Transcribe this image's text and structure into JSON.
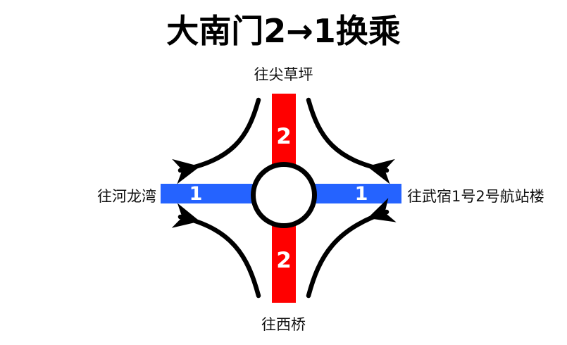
{
  "title": "大南门2→1换乘",
  "lines": {
    "line2": {
      "number": "2",
      "color": "#ff0000",
      "orientation": "vertical",
      "label_top": "2",
      "label_bottom": "2"
    },
    "line1": {
      "number": "1",
      "color": "#2563ff",
      "orientation": "horizontal",
      "label_left": "1",
      "label_right": "1"
    }
  },
  "directions": {
    "top": "往尖草坪",
    "bottom": "往西桥",
    "left": "往河龙湾",
    "right": "往武宿1号2号航站楼"
  },
  "hub": {
    "shape": "circle",
    "fill": "#ffffff",
    "stroke": "#000000"
  },
  "transfer_arrows": [
    {
      "id": "top-left",
      "from": "line2-north",
      "to": "line1-west",
      "direction": "left"
    },
    {
      "id": "top-right",
      "from": "line2-north",
      "to": "line1-east",
      "direction": "right"
    },
    {
      "id": "bottom-left",
      "from": "line2-south",
      "to": "line1-west",
      "direction": "left"
    },
    {
      "id": "bottom-right",
      "from": "line2-south",
      "to": "line1-east",
      "direction": "right"
    }
  ],
  "colors": {
    "line2_red": "#ff0000",
    "line1_blue": "#2563ff",
    "arrow_black": "#000000",
    "background": "#ffffff"
  }
}
